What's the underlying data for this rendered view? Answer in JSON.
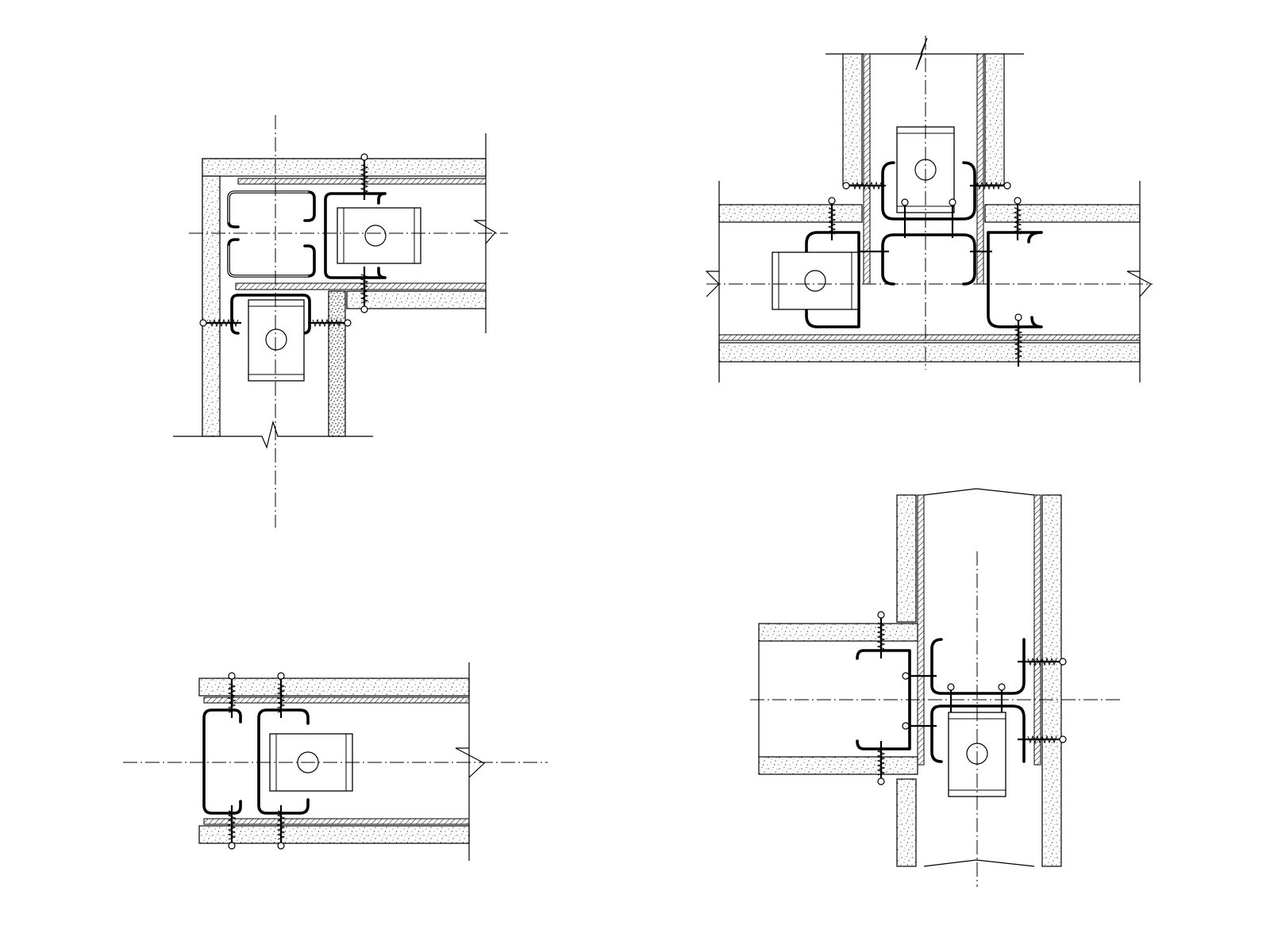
{
  "drawing": {
    "description_visible_text": "",
    "details": [
      {
        "id": "corner-junction"
      },
      {
        "id": "tee-junction"
      },
      {
        "id": "wall-end"
      },
      {
        "id": "wall-side-junction"
      }
    ]
  },
  "colors": {
    "line": "#000000",
    "paper": "#ffffff"
  }
}
